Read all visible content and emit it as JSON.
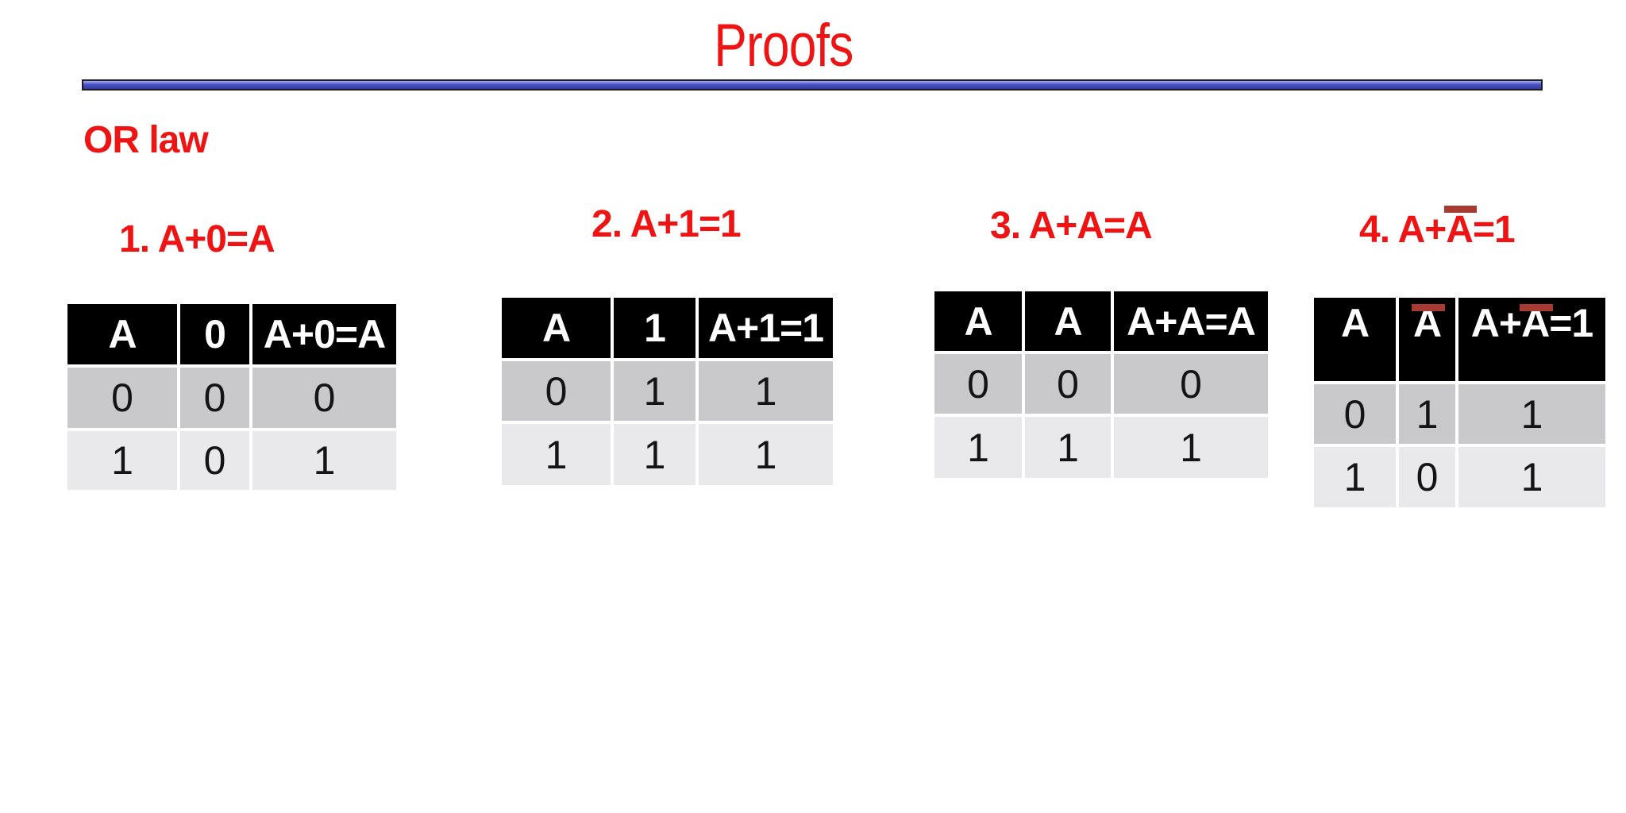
{
  "slide": {
    "title": "Proofs",
    "section_label": "OR law"
  },
  "colors": {
    "red": "#ee1414",
    "maroon": "#a83a34",
    "header_bg": "#000000",
    "row1_bg": "#c9c9cb",
    "row2_bg": "#e9e9eb",
    "rule_blue": "#4a51c5",
    "rule_border": "#1c1c24"
  },
  "tables": [
    {
      "label_parts": [
        {
          "t": "1. A+0=A"
        }
      ],
      "headers": [
        [
          {
            "t": "A"
          }
        ],
        [
          {
            "t": "0"
          }
        ],
        [
          {
            "t": "A+0=A"
          }
        ]
      ],
      "rows": [
        [
          "0",
          "0",
          "0"
        ],
        [
          "1",
          "0",
          "1"
        ]
      ]
    },
    {
      "label_parts": [
        {
          "t": "2. A+1=1"
        }
      ],
      "headers": [
        [
          {
            "t": "A"
          }
        ],
        [
          {
            "t": "1"
          }
        ],
        [
          {
            "t": "A+1=1"
          }
        ]
      ],
      "rows": [
        [
          "0",
          "1",
          "1"
        ],
        [
          "1",
          "1",
          "1"
        ]
      ]
    },
    {
      "label_parts": [
        {
          "t": "3. A+A=A"
        }
      ],
      "headers": [
        [
          {
            "t": "A"
          }
        ],
        [
          {
            "t": "A"
          }
        ],
        [
          {
            "t": "A+A=A"
          }
        ]
      ],
      "rows": [
        [
          "0",
          "0",
          "0"
        ],
        [
          "1",
          "1",
          "1"
        ]
      ]
    },
    {
      "label_parts": [
        {
          "t": "4. A+"
        },
        {
          "t": "A",
          "ov": true
        },
        {
          "t": "=1"
        }
      ],
      "headers": [
        [
          {
            "t": "A"
          }
        ],
        [
          {
            "t": "A",
            "ov": true
          }
        ],
        [
          {
            "t": "A+"
          },
          {
            "t": "A",
            "ov": true
          },
          {
            "t": "=1"
          }
        ]
      ],
      "rows": [
        [
          "0",
          "1",
          "1"
        ],
        [
          "1",
          "0",
          "1"
        ]
      ]
    }
  ]
}
